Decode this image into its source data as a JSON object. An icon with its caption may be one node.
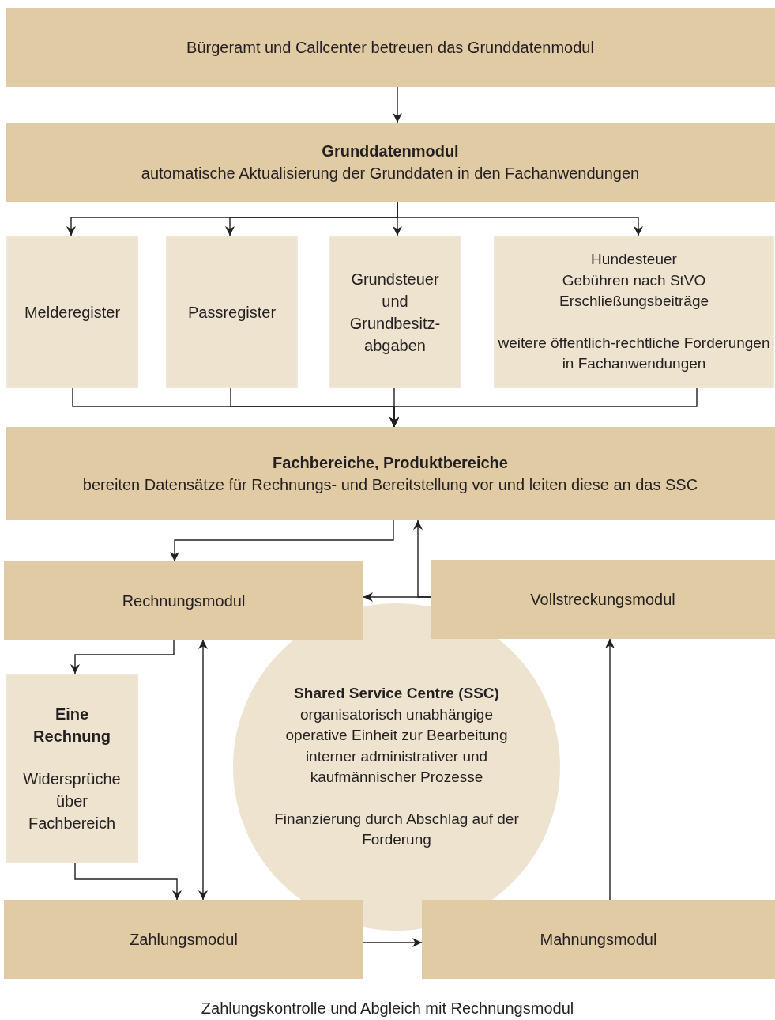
{
  "diagram": {
    "caption": "Zahlungskontrolle und Abgleich mit Rechnungsmodul",
    "nodes": [
      {
        "text": [
          "Bürgeramt und Callcenter betreuen das Grunddatenmodul"
        ]
      },
      {
        "text": [
          "Grunddatenmodul",
          "automatische Aktualisierung der Grunddaten in den Fachanwendungen"
        ]
      },
      {
        "text": [
          "Melderegister"
        ]
      },
      {
        "text": [
          "Passregister"
        ]
      },
      {
        "text": [
          "Grundsteuer und Grundbesitz-abgaben"
        ]
      },
      {
        "text": [
          "Hundesteuer",
          "Gebühren nach StVO",
          "Erschließungsbeiträge",
          "weitere öffentlich-rechtliche Forderungen in Fachanwendungen"
        ]
      },
      {
        "text": [
          "Fachbereiche, Produktbereiche",
          "bereiten Datensätze für Rechnungs- und Bereitstellung vor und leiten diese an das SSC"
        ]
      },
      {
        "text": [
          "Rechnungsmodul"
        ]
      },
      {
        "text": [
          "Vollstreckungsmodul"
        ]
      },
      {
        "text": [
          "Eine Rechnung",
          "Widersprüche über Fachbereich"
        ]
      },
      {
        "text": [
          "Shared Service Centre (SSC)",
          "organisatorisch unabhängige operative Einheit zur Bearbeitung interner administrativer und kaufmännischer Prozesse",
          "Finanzierung durch Abschlag auf der Forderung"
        ]
      },
      {
        "text": [
          "Zahlungsmodul"
        ]
      },
      {
        "text": [
          "Mahnungsmodul"
        ]
      }
    ],
    "edges": [
      {
        "from": 0,
        "to": 1,
        "arrow": "to"
      },
      {
        "from": 1,
        "to": 2,
        "arrow": "to"
      },
      {
        "from": 1,
        "to": 3,
        "arrow": "to"
      },
      {
        "from": 1,
        "to": 4,
        "arrow": "to"
      },
      {
        "from": 1,
        "to": 5,
        "arrow": "to"
      },
      {
        "from": 2,
        "to": 6,
        "arrow": "to"
      },
      {
        "from": 3,
        "to": 6,
        "arrow": "to"
      },
      {
        "from": 4,
        "to": 6,
        "arrow": "to"
      },
      {
        "from": 5,
        "to": 6,
        "arrow": "to"
      },
      {
        "from": 6,
        "to": 7,
        "arrow": "to"
      },
      {
        "from": 8,
        "to": 7,
        "arrow": "to"
      },
      {
        "from": 8,
        "to": 6,
        "arrow": "to"
      },
      {
        "from": 7,
        "to": 9,
        "arrow": "to"
      },
      {
        "from": 9,
        "to": 11,
        "arrow": "to"
      },
      {
        "from": 7,
        "to": 11,
        "arrow": "both"
      },
      {
        "from": 11,
        "to": 12,
        "arrow": "to"
      },
      {
        "from": 12,
        "to": 8,
        "arrow": "to"
      }
    ]
  }
}
